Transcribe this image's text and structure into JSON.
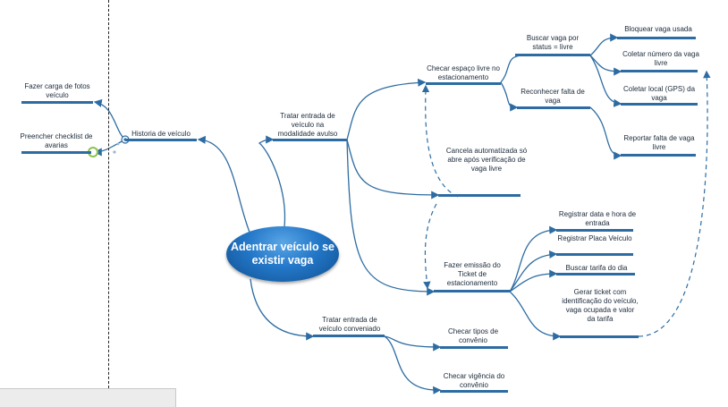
{
  "root": {
    "label": "Adentrar veículo se existir vaga"
  },
  "left": {
    "historia": "Historia de veículo",
    "fotos": "Fazer carga de fotos veículo",
    "checklist": "Preencher checklist de avarias"
  },
  "avulso": {
    "main": "Tratar entrada de veículo na modalidade avulso",
    "espaco": "Checar espaço livre no estacionamento",
    "buscar_vaga": "Buscar vaga por status = livre",
    "bloquear": "Bloquear vaga usada",
    "coletar_numero": "Coletar número da vaga livre",
    "coletar_local": "Coletar local (GPS) da vaga",
    "reconhecer": "Reconhecer falta de vaga",
    "reportar": "Reportar falta de vaga livre",
    "cancela": "Cancela automatizada só abre após verificação de vaga livre",
    "ticket": "Fazer emissão do Ticket de estacionamento",
    "registrar_data": "Registrar data e hora de entrada",
    "registrar_placa": "Registrar Placa Veículo",
    "buscar_tarifa": "Buscar tarifa do dia",
    "gerar_ticket": "Gerar ticket com identificação do veículo, vaga ocupada e valor da tarifa"
  },
  "conveniado": {
    "main": "Tratar entrada de veículo conveniado",
    "tipos": "Checar tipos de convênio",
    "vigencia": "Checar vigência do convênio"
  },
  "colors": {
    "branch": "#2d6ca2",
    "root_fill": "#2377c8",
    "marker": "#8bc34a"
  }
}
